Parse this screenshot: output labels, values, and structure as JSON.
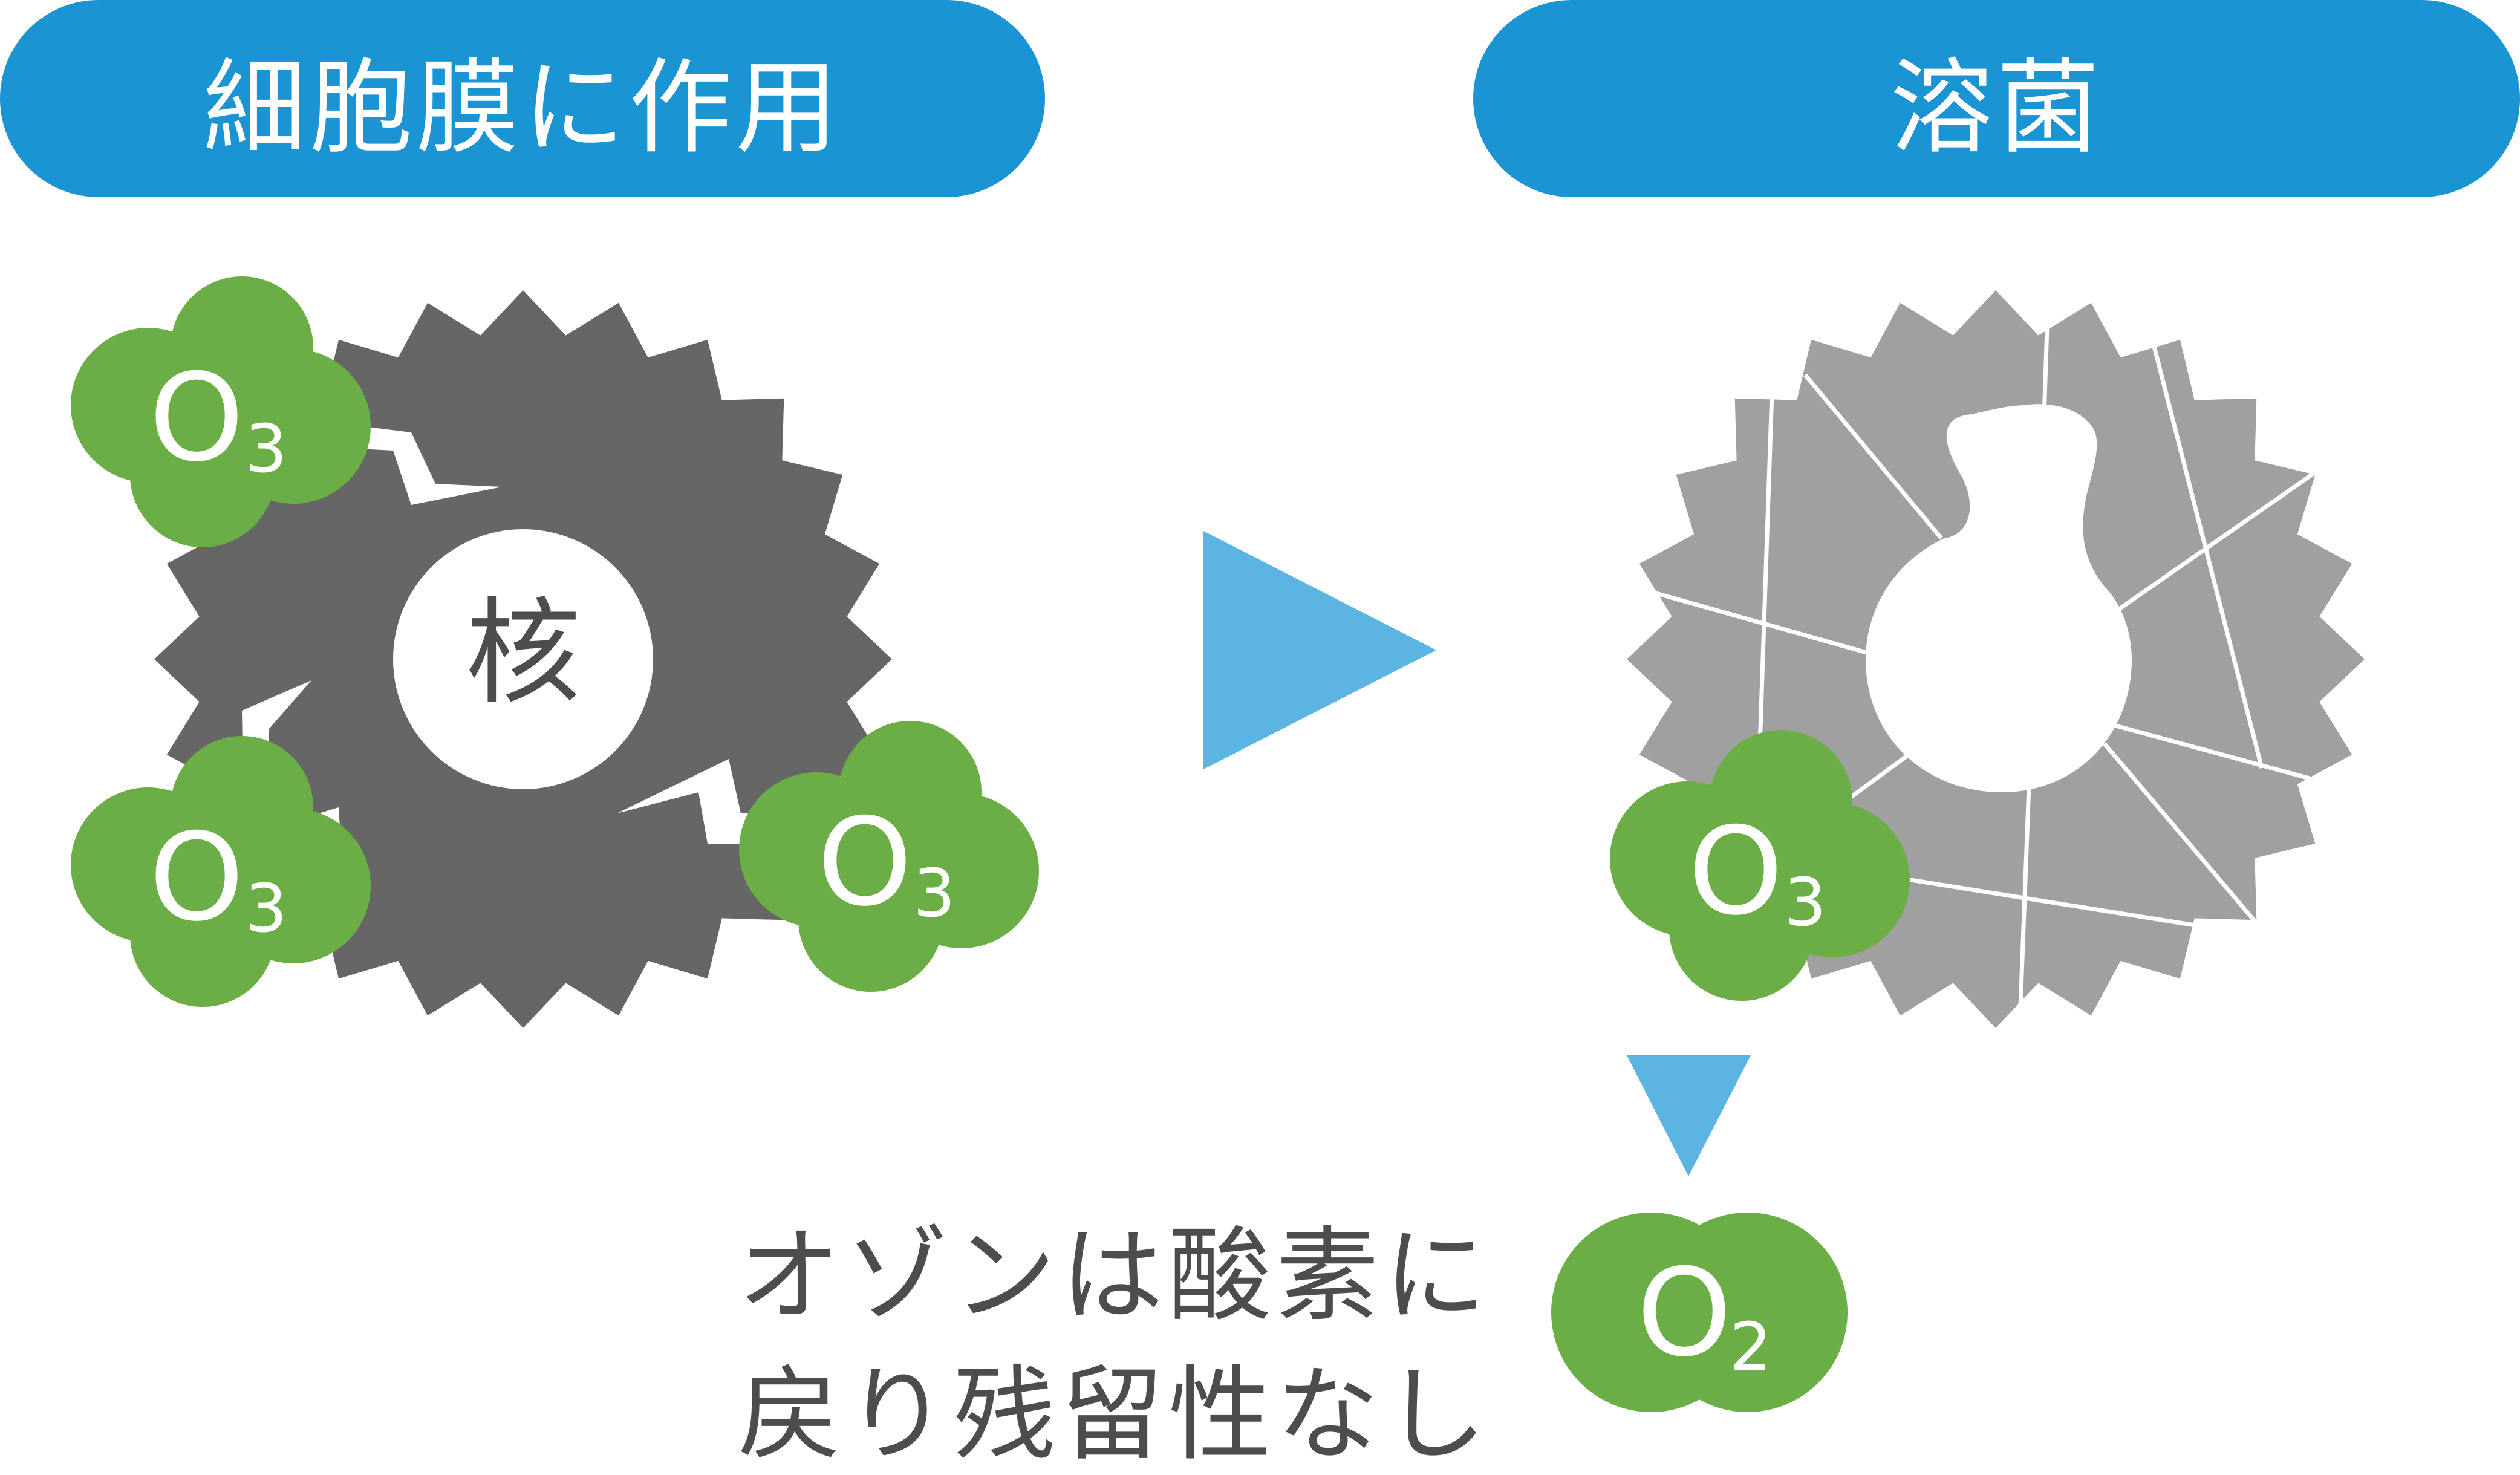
{
  "headers": {
    "left": "細胞膜に作用",
    "right": "溶菌"
  },
  "nucleus_label": "核",
  "molecules": {
    "ozone": {
      "base": "O",
      "sub": "3"
    },
    "oxygen": {
      "base": "O",
      "sub": "2"
    }
  },
  "caption": {
    "line1": "オゾンは酸素に",
    "line2": "戻り残留性なし"
  },
  "colors": {
    "header_blue": "#1b94d3",
    "arrow_blue": "#5bb4e1",
    "bacterium_dark": "#666666",
    "bacterium_light": "#a0a0a0",
    "molecule_green": "#6aae45",
    "text_gray": "#4d4d4d"
  }
}
